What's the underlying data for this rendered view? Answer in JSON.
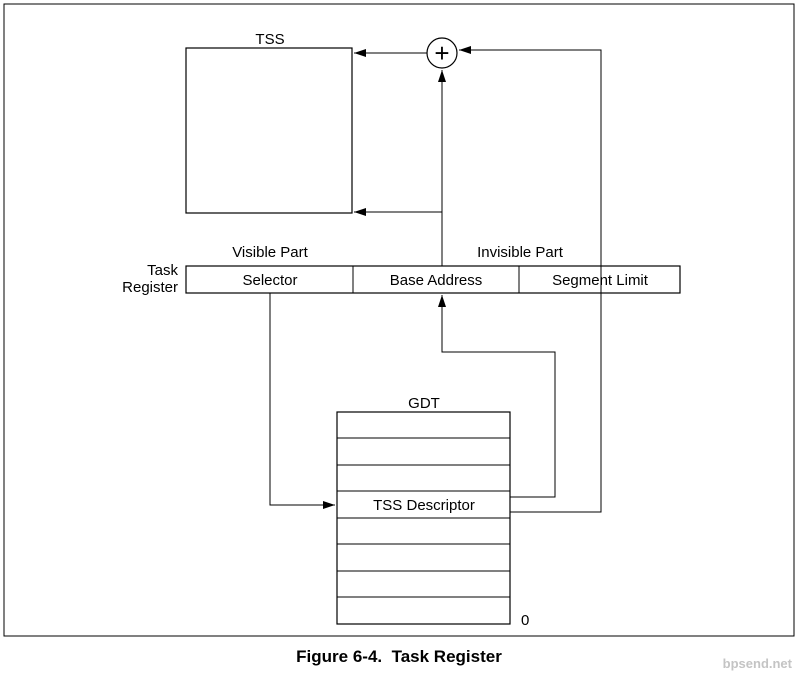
{
  "labels": {
    "tss": "TSS",
    "task_register": [
      "Task",
      "Register"
    ],
    "visible_part": "Visible Part",
    "invisible_part": "Invisible Part",
    "selector": "Selector",
    "base_address": "Base Address",
    "segment_limit": "Segment Limit",
    "gdt": "GDT",
    "tss_descriptor": "TSS Descriptor",
    "gdt_bottom_index": "0",
    "plus": "+"
  },
  "caption": "Figure 6-4.  Task Register",
  "watermark": "bpsend.net"
}
